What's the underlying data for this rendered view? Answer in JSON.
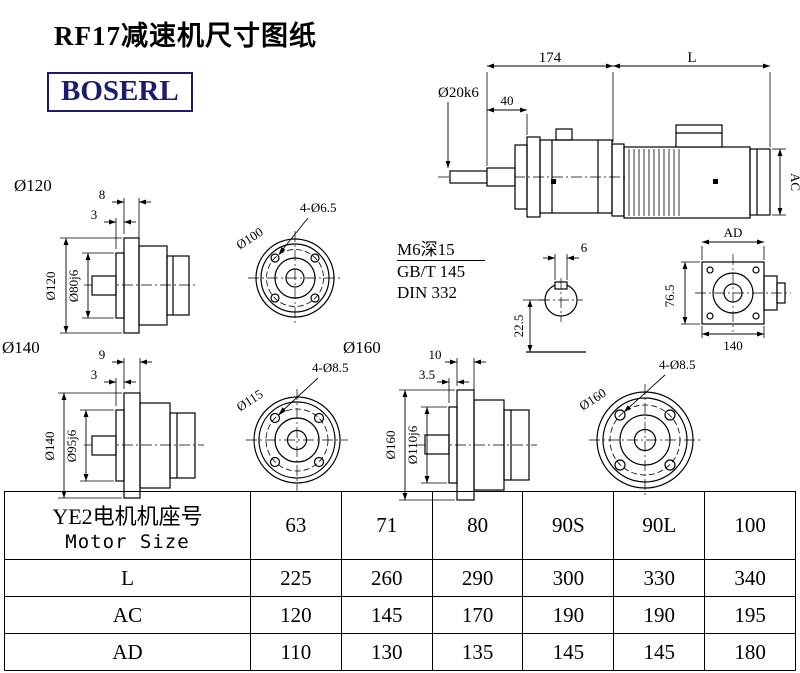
{
  "header": {
    "title": "RF17减速机尺寸图纸",
    "logo": "BOSERL"
  },
  "main_view": {
    "dim_total": "174",
    "dim_motor_len": "L",
    "dim_shaft_len": "40",
    "shaft_dia": "Ø20k6",
    "dim_ac": "AC"
  },
  "thread_note": {
    "line1": "M6深15",
    "line2": "GB/T 145",
    "line3": "DIN 332"
  },
  "key_section": {
    "key_width": "6",
    "key_depth": "22.5"
  },
  "side_view": {
    "dim_ad": "AD",
    "dim_h": "76.5",
    "dim_w": "140"
  },
  "flange120": {
    "label": "Ø120",
    "dim_t1": "8",
    "dim_t2": "3",
    "dim_od": "Ø120",
    "dim_spigot": "Ø80j6",
    "dim_holes": "4-Ø6.5",
    "dim_bc": "Ø100"
  },
  "flange140": {
    "label": "Ø140",
    "dim_t1": "9",
    "dim_t2": "3",
    "dim_od": "Ø140",
    "dim_spigot": "Ø95j6",
    "dim_holes": "4-Ø8.5",
    "dim_bc": "Ø115"
  },
  "flange160": {
    "label": "Ø160",
    "dim_t1": "10",
    "dim_t2": "3.5",
    "dim_od": "Ø160",
    "dim_spigot": "Ø110j6",
    "dim_holes": "4-Ø8.5",
    "dim_bc": "Ø160"
  },
  "table": {
    "header_cn": "YE2电机机座号",
    "header_en": "Motor Size",
    "sizes": [
      "63",
      "71",
      "80",
      "90S",
      "90L",
      "100"
    ],
    "rows": [
      {
        "label": "L",
        "values": [
          "225",
          "260",
          "290",
          "300",
          "330",
          "340"
        ]
      },
      {
        "label": "AC",
        "values": [
          "120",
          "145",
          "170",
          "190",
          "190",
          "195"
        ]
      },
      {
        "label": "AD",
        "values": [
          "110",
          "130",
          "135",
          "145",
          "145",
          "180"
        ]
      }
    ]
  }
}
